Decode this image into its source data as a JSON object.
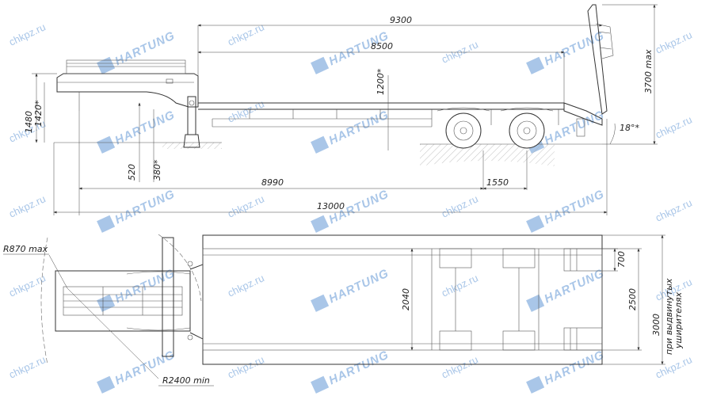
{
  "watermark": {
    "site": "chkpz.ru",
    "brand": "HARTUNG",
    "color": "#a9c6e8"
  },
  "side_view": {
    "dimensions": {
      "length_upper_9300": "9300",
      "length_8500": "8500",
      "height_1200": "1200*",
      "height_3700": "3700 max",
      "height_1480": "1480",
      "height_1420": "1420*",
      "height_520": "520",
      "height_380": "380*",
      "length_8990": "8990",
      "length_1550": "1550",
      "total_length": "13000",
      "ramp_angle": "18°*"
    }
  },
  "top_view": {
    "dimensions": {
      "radius_front": "R870 max",
      "radius_turn": "R2400 min",
      "width_2040": "2040",
      "width_2500": "2500",
      "width_3000": "3000",
      "width_note_line1": "при выдвинутых",
      "width_note_line2": "уширителях",
      "ramp_700": "700"
    }
  }
}
